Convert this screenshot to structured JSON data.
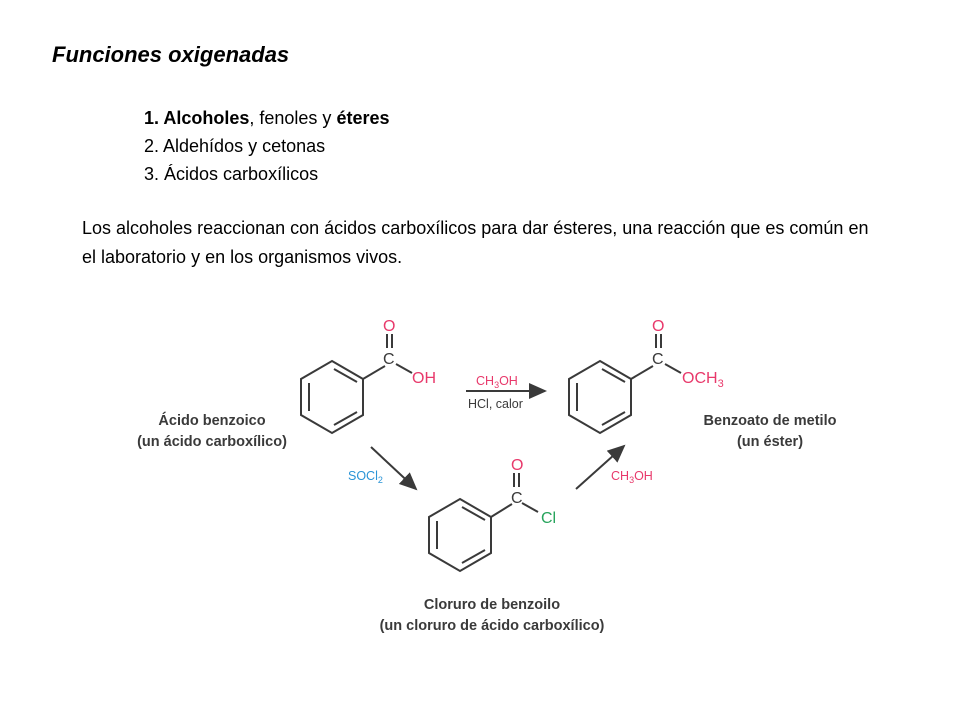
{
  "title": "Funciones oxigenadas",
  "list": [
    {
      "prefix": "1. ",
      "bold1": "Alcoholes",
      "middle": ", fenoles y ",
      "bold2": "éteres"
    },
    {
      "text": "2. Aldehídos y cetonas"
    },
    {
      "text": "3. Ácidos carboxílicos"
    }
  ],
  "paragraph": "Los alcoholes reaccionan con ácidos carboxílicos para dar ésteres, una reacción que es común en el laboratorio y en los organismos vivos.",
  "scheme": {
    "benzoic_acid": {
      "name": "Ácido benzoico",
      "class": "(un ácido carboxílico)",
      "carbonyl_o": "O",
      "carbon": "C",
      "group": "OH"
    },
    "methyl_benzoate": {
      "name": "Benzoato de metilo",
      "class": "(un éster)",
      "carbonyl_o": "O",
      "carbon": "C",
      "group_main": "OCH",
      "group_sub": "3"
    },
    "benzoyl_chloride": {
      "name": "Cloruro de benzoilo",
      "class": "(un cloruro de ácido carboxílico)",
      "carbonyl_o": "O",
      "carbon": "C",
      "group": "Cl"
    },
    "arrow_top": {
      "reagent_main": "CH",
      "reagent_sub": "3",
      "reagent_tail": "OH",
      "conditions": "HCl, calor"
    },
    "arrow_left": {
      "reagent_main": "SOCl",
      "reagent_sub": "2"
    },
    "arrow_right": {
      "reagent_main": "CH",
      "reagent_sub": "3",
      "reagent_tail": "OH"
    },
    "colors": {
      "oxygen": "#e8396b",
      "chlorine": "#26a35b",
      "reagent_blue": "#2a94d6",
      "ink": "#3a3a3a"
    }
  }
}
